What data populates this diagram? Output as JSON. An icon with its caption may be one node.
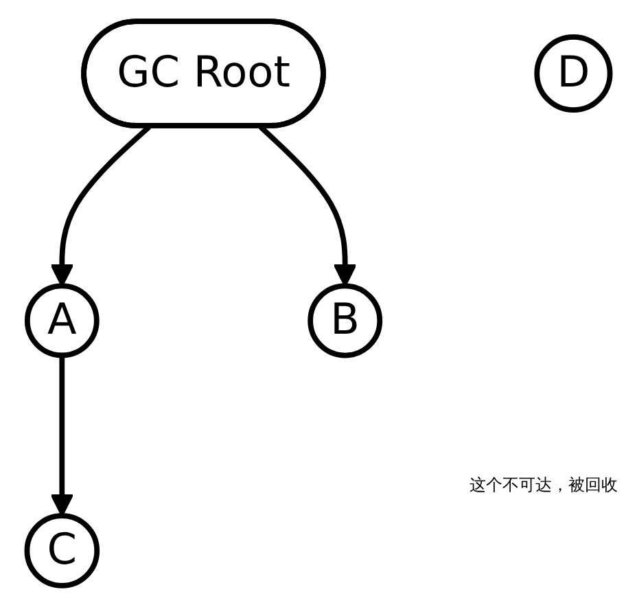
{
  "diagram": {
    "nodes": [
      {
        "text": [
          "GC Root"
        ]
      },
      {
        "text": [
          "A"
        ]
      },
      {
        "text": [
          "B"
        ]
      },
      {
        "text": [
          "C"
        ]
      },
      {
        "text": [
          "D"
        ]
      }
    ],
    "edges": [
      {
        "from": 0,
        "to": 1,
        "arrow": "to"
      },
      {
        "from": 0,
        "to": 2,
        "arrow": "to"
      },
      {
        "from": 1,
        "to": 3,
        "arrow": "to"
      }
    ],
    "labels": [
      "这个不可达，被回收"
    ]
  }
}
